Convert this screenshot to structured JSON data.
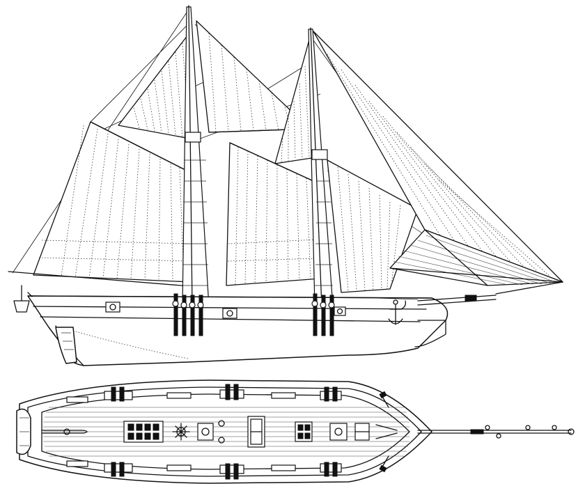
{
  "drawing": {
    "line_color": "#111111",
    "background": "#ffffff",
    "views": [
      {
        "id": "profile",
        "subject": "schooner-profile"
      },
      {
        "id": "deck-plan",
        "subject": "schooner-deck-plan"
      }
    ]
  }
}
